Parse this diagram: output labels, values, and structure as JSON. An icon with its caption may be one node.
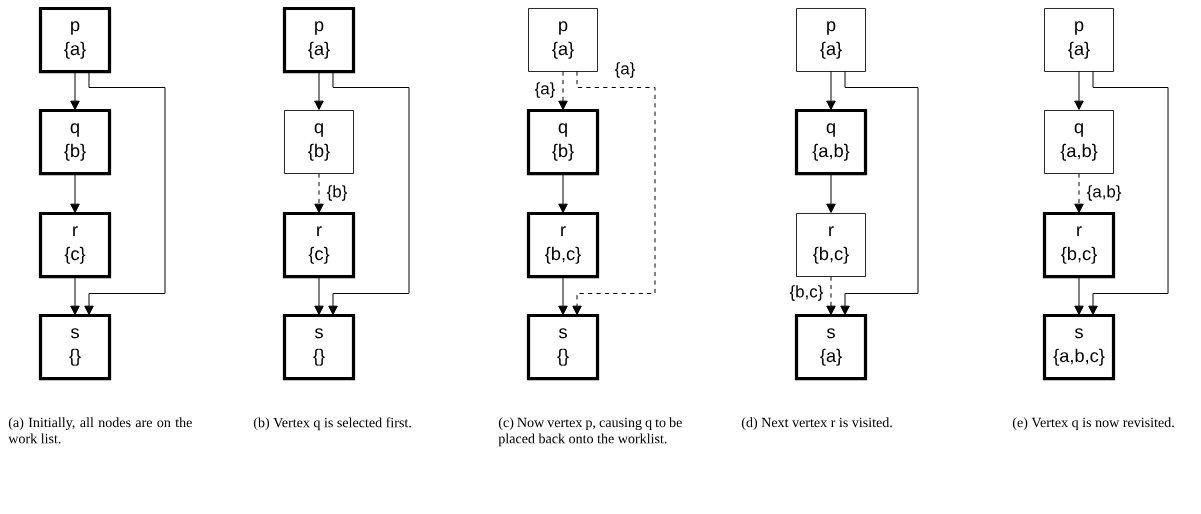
{
  "diagram": {
    "nodes": [
      {
        "text": [
          "p",
          "{a}"
        ]
      },
      {
        "text": [
          "q",
          "{b}"
        ]
      },
      {
        "text": [
          "r",
          "{c}"
        ]
      },
      {
        "text": [
          "s",
          "{}"
        ]
      },
      {
        "text": [
          "p",
          "{a}"
        ]
      },
      {
        "text": [
          "q",
          "{b}"
        ]
      },
      {
        "text": [
          "r",
          "{c}"
        ]
      },
      {
        "text": [
          "s",
          "{}"
        ]
      },
      {
        "text": [
          "p",
          "{a}"
        ]
      },
      {
        "text": [
          "q",
          "{b}"
        ]
      },
      {
        "text": [
          "r",
          "{b,c}"
        ]
      },
      {
        "text": [
          "s",
          "{}"
        ]
      },
      {
        "text": [
          "p",
          "{a}"
        ]
      },
      {
        "text": [
          "q",
          "{a,b}"
        ]
      },
      {
        "text": [
          "r",
          "{b,c}"
        ]
      },
      {
        "text": [
          "s",
          "{a}"
        ]
      },
      {
        "text": [
          "p",
          "{a}"
        ]
      },
      {
        "text": [
          "q",
          "{a,b}"
        ]
      },
      {
        "text": [
          "r",
          "{b,c}"
        ]
      },
      {
        "text": [
          "s",
          "{a,b,c}"
        ]
      }
    ],
    "edges": [
      {
        "from": 0,
        "to": 1,
        "arrow": "to"
      },
      {
        "from": 1,
        "to": 2,
        "arrow": "to"
      },
      {
        "from": 2,
        "to": 3,
        "arrow": "to"
      },
      {
        "from": 0,
        "to": 3,
        "arrow": "to"
      },
      {
        "from": 4,
        "to": 5,
        "arrow": "to"
      },
      {
        "from": 5,
        "to": 6,
        "arrow": "to",
        "label": "{b}",
        "style": "dashed"
      },
      {
        "from": 6,
        "to": 7,
        "arrow": "to"
      },
      {
        "from": 4,
        "to": 7,
        "arrow": "to"
      },
      {
        "from": 8,
        "to": 9,
        "arrow": "to",
        "label": "{a}",
        "style": "dashed"
      },
      {
        "from": 9,
        "to": 10,
        "arrow": "to"
      },
      {
        "from": 10,
        "to": 11,
        "arrow": "to"
      },
      {
        "from": 8,
        "to": 11,
        "arrow": "to",
        "label": "{a}",
        "style": "dashed"
      },
      {
        "from": 12,
        "to": 13,
        "arrow": "to"
      },
      {
        "from": 13,
        "to": 14,
        "arrow": "to"
      },
      {
        "from": 14,
        "to": 15,
        "arrow": "to",
        "label": "{b,c}",
        "style": "dashed"
      },
      {
        "from": 12,
        "to": 15,
        "arrow": "to"
      },
      {
        "from": 16,
        "to": 17,
        "arrow": "to"
      },
      {
        "from": 17,
        "to": 18,
        "arrow": "to",
        "label": "{a,b}",
        "style": "dashed"
      },
      {
        "from": 18,
        "to": 19,
        "arrow": "to"
      },
      {
        "from": 16,
        "to": 19,
        "arrow": "to"
      }
    ],
    "labels": [
      "(a) Initially, all nodes are on the work list.",
      "(b) Vertex q is selected first.",
      "(c) Now vertex p, causing q to be placed back onto the worklist.",
      "(d) Next vertex r is visited.",
      "(e) Vertex q is now revisited."
    ]
  }
}
